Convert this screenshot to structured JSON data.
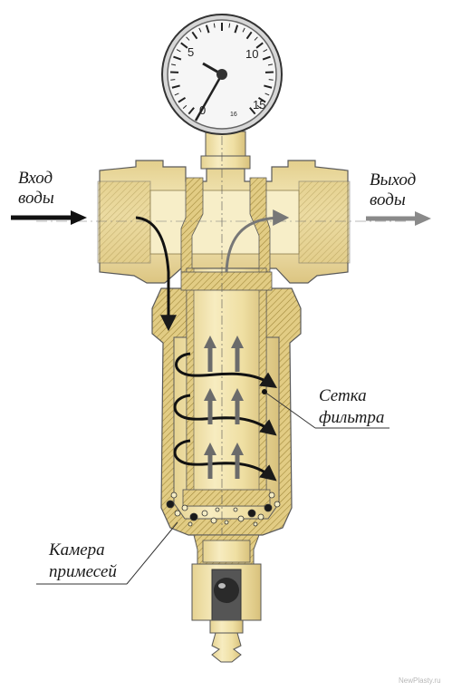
{
  "labels": {
    "inlet_line1": "Вход",
    "inlet_line2": "воды",
    "outlet_line1": "Выход",
    "outlet_line2": "воды",
    "mesh_line1": "Сетка",
    "mesh_line2": "фильтра",
    "chamber_line1": "Камера",
    "chamber_line2": "примесей"
  },
  "gauge": {
    "scale": [
      "0",
      "5",
      "10",
      "15"
    ],
    "unit": "16"
  },
  "watermark": "NewPlasty.ru",
  "colors": {
    "brass": "#f0e2a8",
    "brass_dark": "#d9c27a",
    "hatch": "#a38a3c",
    "flow_arrow": "#1a1a1a",
    "up_arrow": "#6b6b6b",
    "outlet_arrow": "#8a8a8a"
  }
}
